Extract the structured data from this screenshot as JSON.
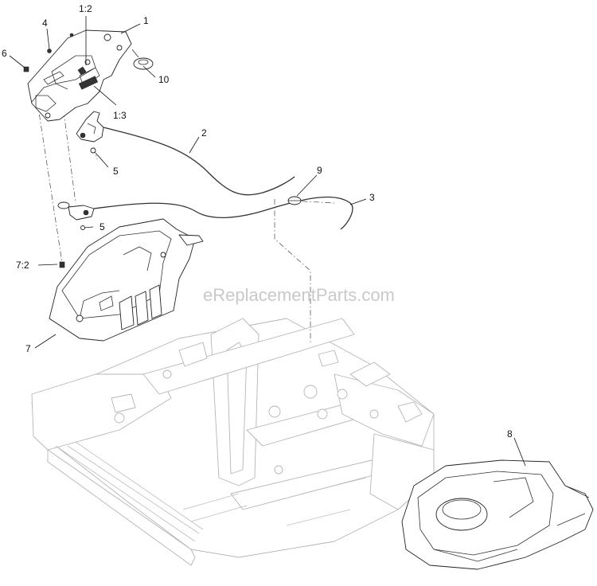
{
  "watermark": "eReplacementParts.com",
  "callouts": {
    "c1": "1",
    "c1_2": "1:2",
    "c1_3": "1:3",
    "c2": "2",
    "c3": "3",
    "c4": "4",
    "c5a": "5",
    "c5b": "5",
    "c6": "6",
    "c7": "7",
    "c7_2": "7:2",
    "c8": "8",
    "c9": "9",
    "c10": "10"
  }
}
